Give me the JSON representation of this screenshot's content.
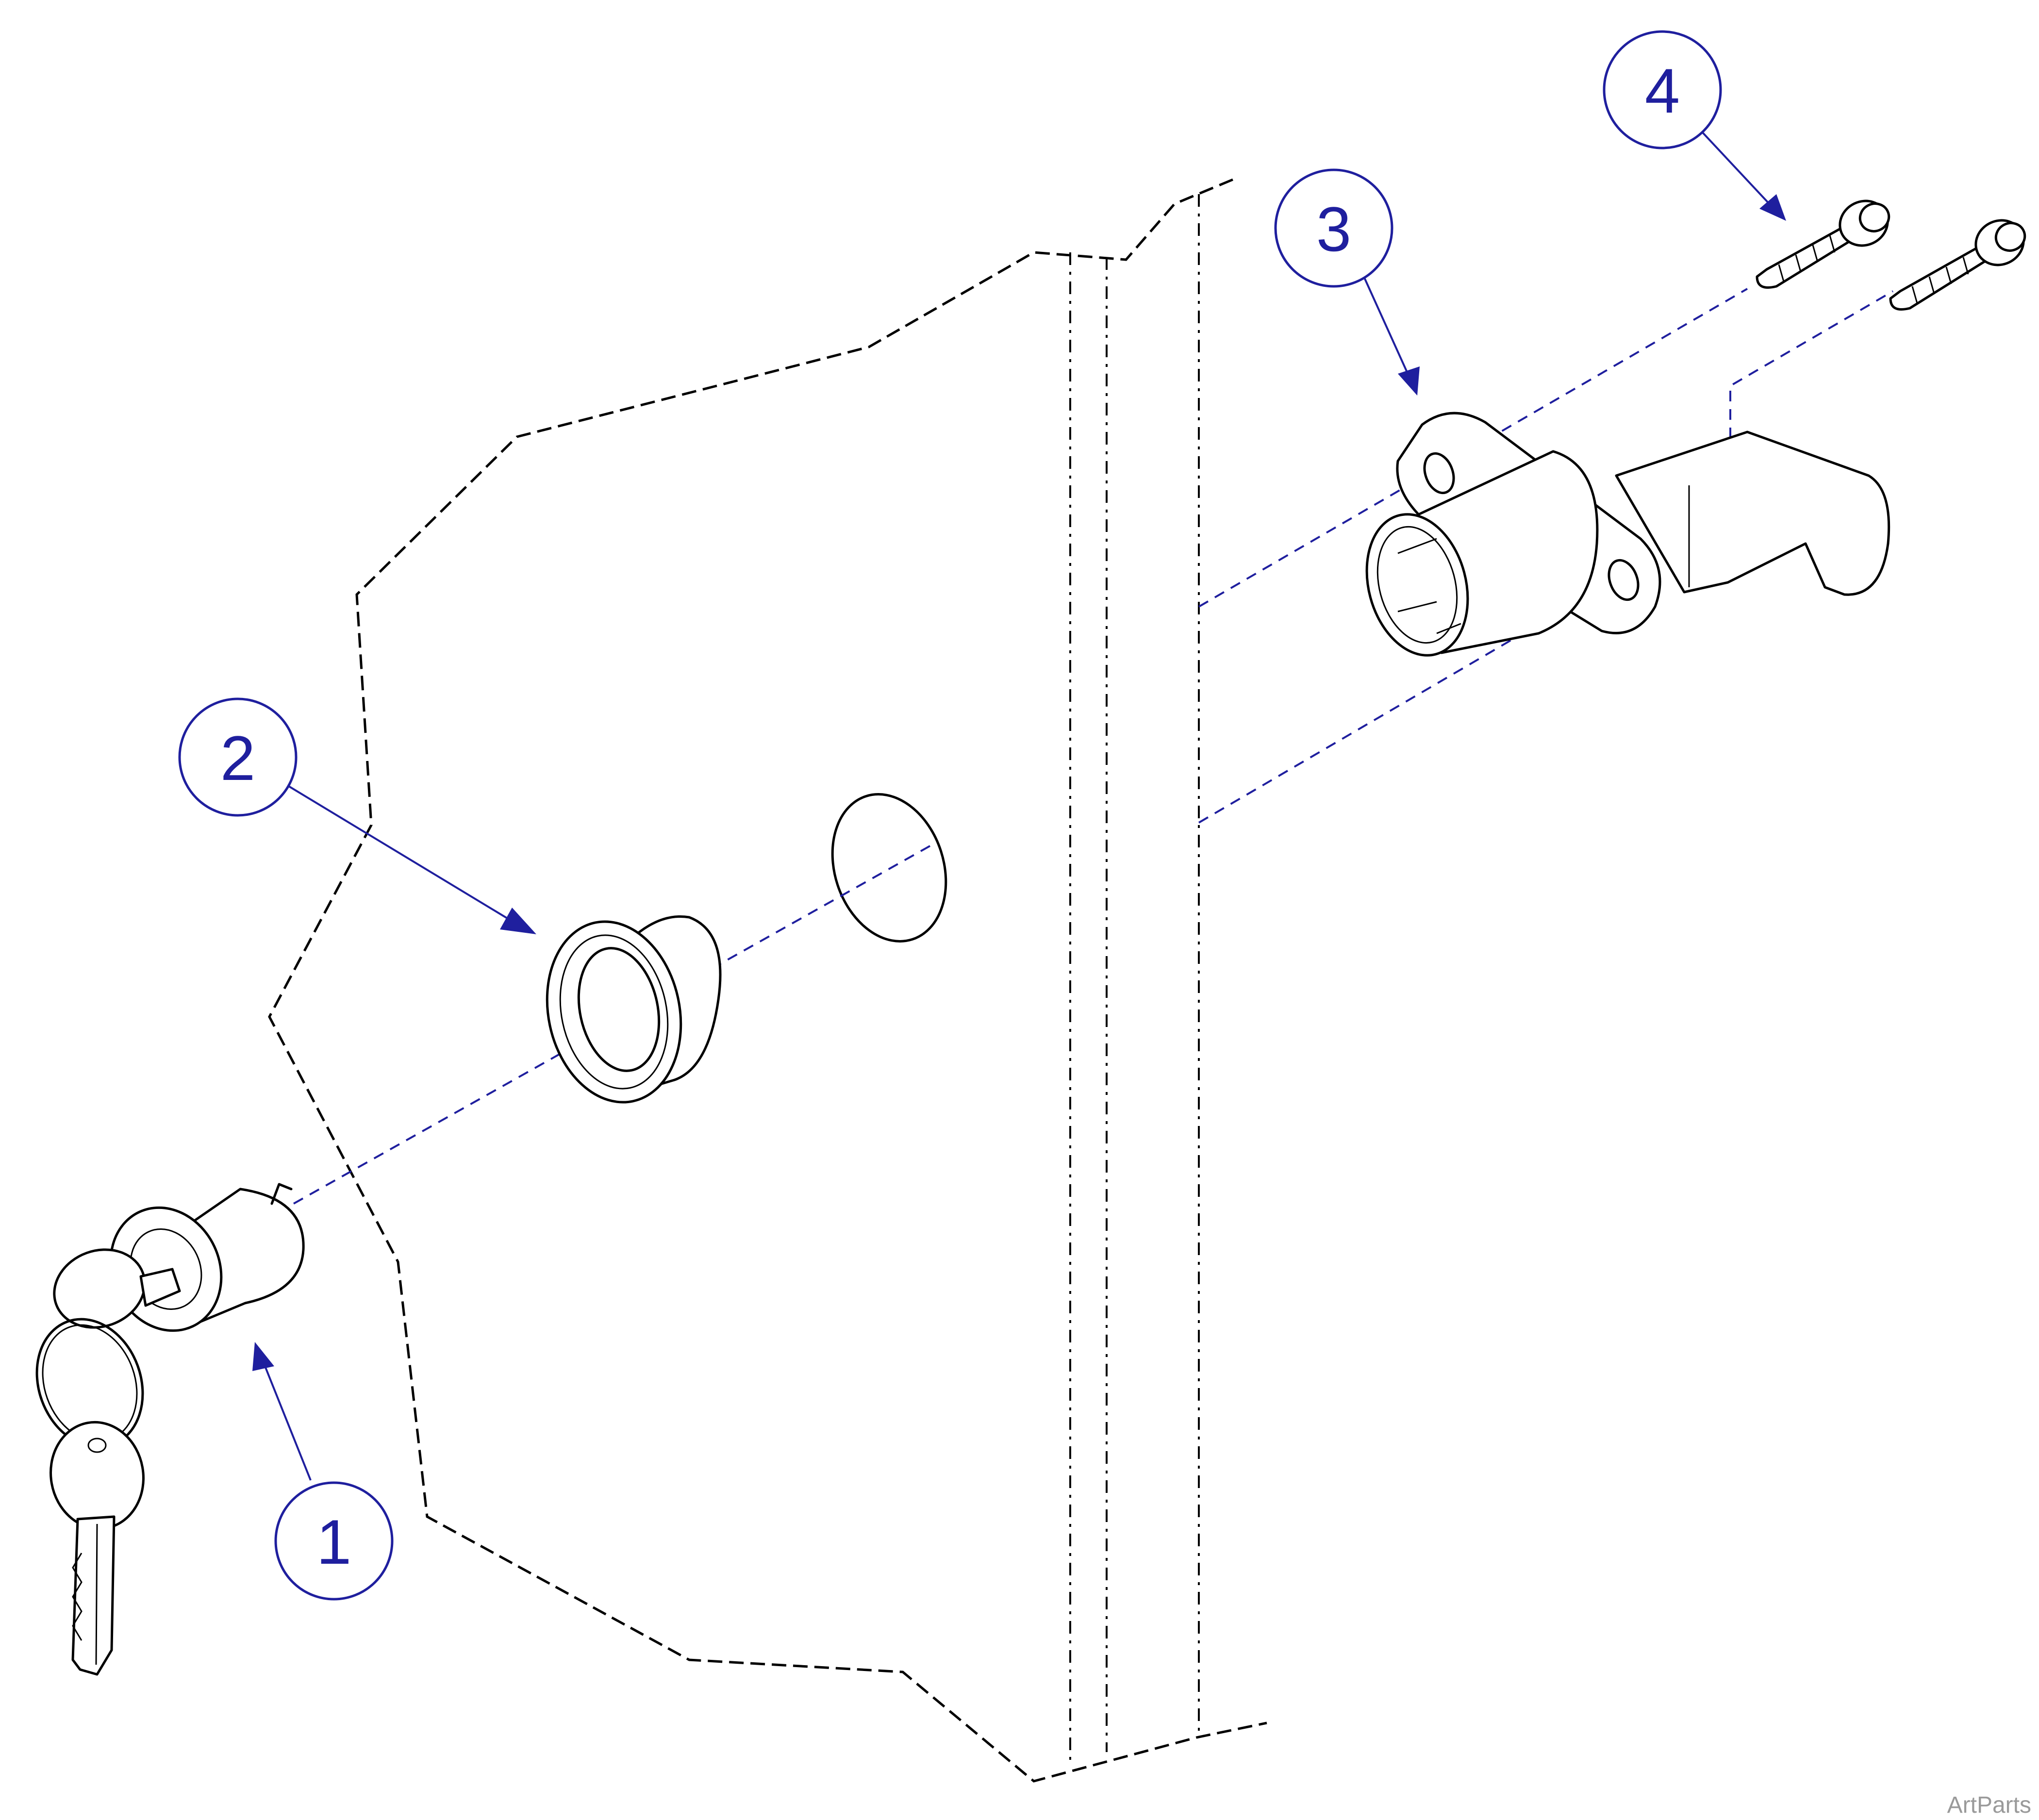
{
  "callouts": [
    {
      "id": "1",
      "label": "1"
    },
    {
      "id": "2",
      "label": "2"
    },
    {
      "id": "3",
      "label": "3"
    },
    {
      "id": "4",
      "label": "4"
    }
  ],
  "watermark": "ArtParts",
  "colors": {
    "callout": "#1f1f9e",
    "line": "#000000",
    "watermark": "#9a9a9a"
  },
  "parts": [
    {
      "callout": "1",
      "icon": "lock-cylinder-with-keys-icon"
    },
    {
      "callout": "2",
      "icon": "bezel-grommet-icon"
    },
    {
      "callout": "3",
      "icon": "cam-latch-housing-icon"
    },
    {
      "callout": "4",
      "icon": "flat-head-screw-icon"
    }
  ]
}
